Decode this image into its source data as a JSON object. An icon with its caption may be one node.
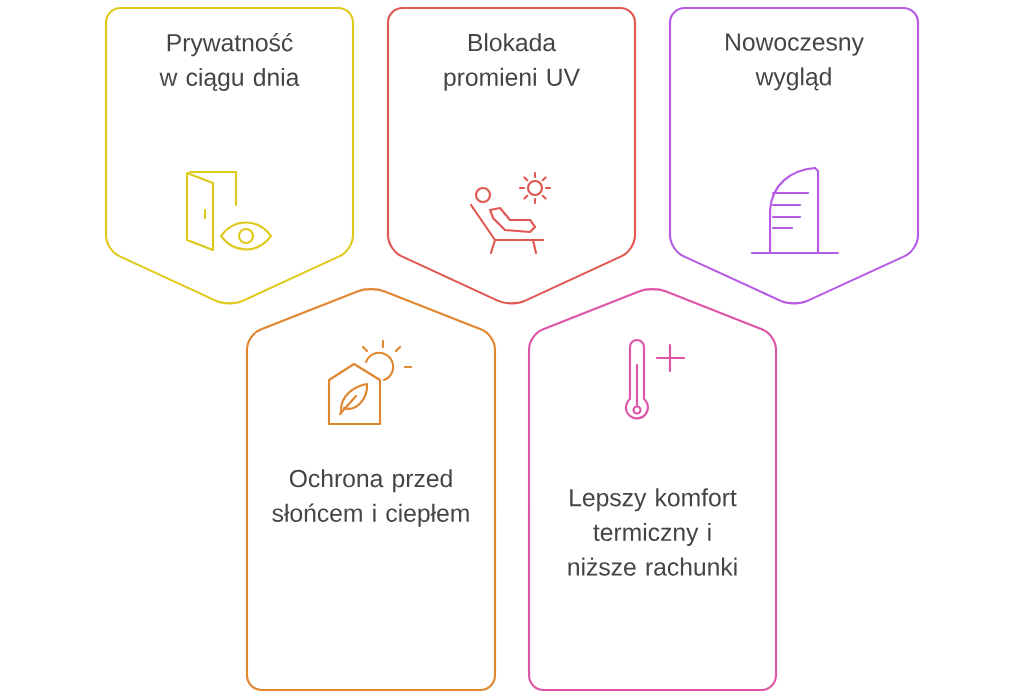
{
  "diagram": {
    "nodes": [
      {
        "text": [
          "Prywatność w ciągu dnia"
        ]
      },
      {
        "text": [
          "Blokada promieni UV"
        ]
      },
      {
        "text": [
          "Nowoczesny wygląd"
        ]
      },
      {
        "text": [
          "Ochrona przed słońcem i ciepłem"
        ]
      },
      {
        "text": [
          "Lepszy komfort termiczny i niższe rachunki"
        ]
      }
    ]
  }
}
